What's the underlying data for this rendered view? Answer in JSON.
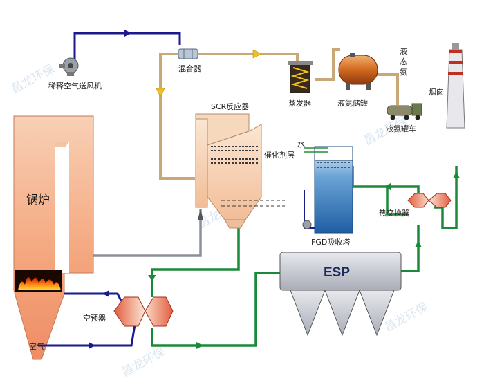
{
  "labels": {
    "dilution_fan": "稀释空气送风机",
    "mixer": "混合器",
    "evaporator": "蒸发器",
    "ammonia_tank": "液氨储罐",
    "liquid_ammonia": "液态氨",
    "ammonia_truck": "液氨罐车",
    "chimney": "烟囱",
    "scr_reactor": "SCR反应器",
    "catalyst_layer": "催化剂层",
    "water": "水",
    "boiler": "锅炉",
    "fgd_tower": "FGD吸收塔",
    "heat_exchanger": "热交换器",
    "esp": "ESP",
    "air_preheater": "空预器",
    "air": "空气"
  },
  "colors": {
    "flue_gas_pipe": "#1a8a3a",
    "air_pipe": "#1a1a8a",
    "ammonia_pipe": "#c9a878",
    "boiler_fill": "#f4b08a",
    "esp_fill": "#c8cbd2",
    "fgd_fill": "#2c6fb3",
    "arrow_yellow": "#f0c020"
  },
  "icons": {
    "fan": "fan-icon",
    "truck": "tanker-truck-icon",
    "flame": "flame-icon"
  }
}
